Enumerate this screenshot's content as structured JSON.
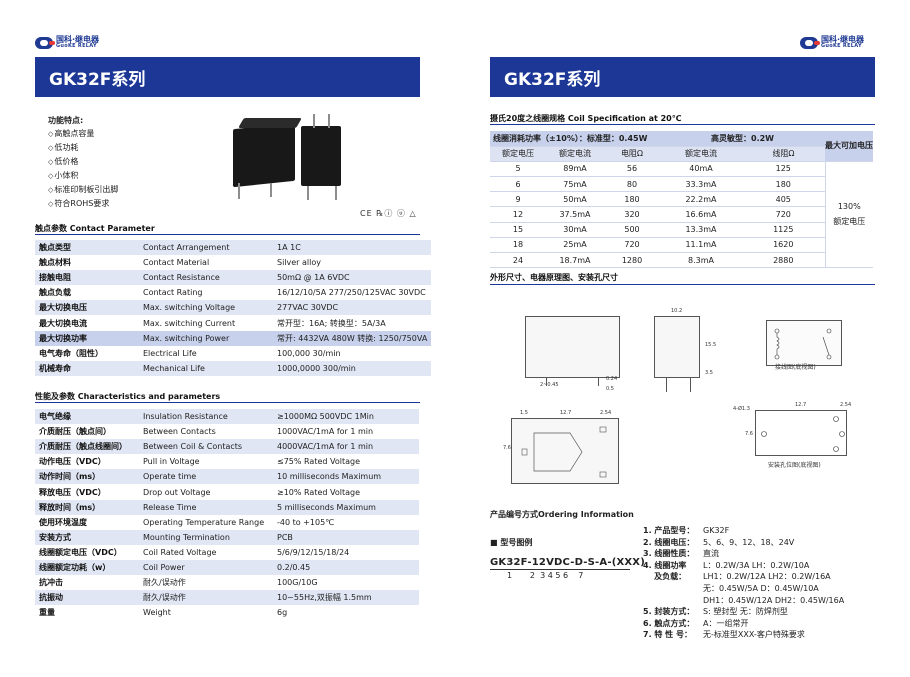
{
  "brand": {
    "cn": "国科·继电器",
    "en": "GuoKE RELAY"
  },
  "left": {
    "banner": "GK32F系列",
    "features_title": "功能特点:",
    "features": [
      "高触点容量",
      "低功耗",
      "低价格",
      "小体积",
      "标准印制板引出脚",
      "符合ROHS要求"
    ],
    "certs": "CE ℞ⓘ ⓤ △",
    "contact_title": "触点参数 Contact Parameter",
    "contact_rows": [
      {
        "k": "触点类型",
        "e": "Contact Arrangement",
        "v": "1A  1C"
      },
      {
        "k": "触点材料",
        "e": "Contact Material",
        "v": "Silver alloy"
      },
      {
        "k": "接触电阻",
        "e": "Contact Resistance",
        "v": "50mΩ @ 1A 6VDC"
      },
      {
        "k": "触点负载",
        "e": "Contact Rating",
        "v": "16/12/10/5A 277/250/125VAC 30VDC"
      },
      {
        "k": "最大切换电压",
        "e": "Max. switching Voltage",
        "v": "277VAC 30VDC"
      },
      {
        "k": "最大切换电流",
        "e": "Max. switching Current",
        "v": "常开型：16A; 转换型：5A/3A"
      },
      {
        "k": "最大切换功率",
        "e": "Max. switching Power",
        "v": "常开: 4432VA 480W 转换: 1250/750VA"
      },
      {
        "k": "电气寿命（阻性）",
        "e": "Electrical Life",
        "v": "100,000 30/min"
      },
      {
        "k": "机械寿命",
        "e": "Mechanical Life",
        "v": "1000,0000 300/min"
      }
    ],
    "char_title": "性能及参数 Characteristics and parameters",
    "char_rows": [
      {
        "k": "电气绝缘",
        "e": "Insulation Resistance",
        "v": "≥1000MΩ 500VDC 1Min"
      },
      {
        "k": "介质耐压（触点间）",
        "e": "Between Contacts",
        "v": "1000VAC/1mA for 1 min"
      },
      {
        "k": "介质耐压（触点线圈间）",
        "e": "Between Coil & Contacts",
        "v": "4000VAC/1mA for 1 min"
      },
      {
        "k": "动作电压（VDC）",
        "e": "Pull in Voltage",
        "v": "≤75% Rated Voltage"
      },
      {
        "k": "动作时间（ms）",
        "e": "Operate time",
        "v": "10 milliseconds Maximum"
      },
      {
        "k": "释放电压（VDC）",
        "e": "Drop out Voltage",
        "v": "≥10% Rated Voltage"
      },
      {
        "k": "释放时间（ms）",
        "e": "Release Time",
        "v": "5 milliseconds Maximum"
      },
      {
        "k": "使用环境温度",
        "e": "Operating Temperature Range",
        "v": "-40 to +105℃"
      },
      {
        "k": "安装方式",
        "e": "Mounting Termination",
        "v": "PCB"
      },
      {
        "k": "线圈额定电压（VDC）",
        "e": "Coil Rated Voltage",
        "v": "5/6/9/12/15/18/24"
      },
      {
        "k": "线圈额定功耗（w）",
        "e": "Coil Power",
        "v": "0.2/0.45"
      },
      {
        "k": "抗冲击",
        "e": "耐久/误动作",
        "v": "100G/10G"
      },
      {
        "k": "抗振动",
        "e": "耐久/误动作",
        "v": "10~55Hz,双振幅 1.5mm"
      },
      {
        "k": "重量",
        "e": "Weight",
        "v": "6g"
      }
    ]
  },
  "right": {
    "banner": "GK32F系列",
    "coil_title": "摄氏20度之线圈规格 Coil Specification at 20℃",
    "coil_head1": {
      "a": "线圈消耗功率（±10%）：标准型：0.45W",
      "b": "高灵敏型：0.2W",
      "c": "最大可加电压"
    },
    "coil_head2": [
      "额定电压",
      "额定电流",
      "电阻Ω",
      "额定电流",
      "线阻Ω"
    ],
    "coil_rows": [
      [
        "5",
        "89mA",
        "56",
        "40mA",
        "125"
      ],
      [
        "6",
        "75mA",
        "80",
        "33.3mA",
        "180"
      ],
      [
        "9",
        "50mA",
        "180",
        "22.2mA",
        "405"
      ],
      [
        "12",
        "37.5mA",
        "320",
        "16.6mA",
        "720"
      ],
      [
        "15",
        "30mA",
        "500",
        "13.3mA",
        "1125"
      ],
      [
        "18",
        "25mA",
        "720",
        "11.1mA",
        "1620"
      ],
      [
        "24",
        "18.7mA",
        "1280",
        "8.3mA",
        "2880"
      ]
    ],
    "coil_max": {
      "a": "130%",
      "b": "额定电压"
    },
    "dim_title": "外形尺寸、电器原理图、安装孔尺寸",
    "dims": {
      "w1": "10.2",
      "h1": "15.5",
      "d1": "0.24",
      "d2": "0.5",
      "d3": "2~0.45",
      "d4": "3.5",
      "p1": "1.5",
      "p2": "12.7",
      "p3": "2.54",
      "p4": "7.6",
      "m1": "12.7",
      "m2": "2.54",
      "m3": "4-Ø1.3",
      "m4": "7.6"
    },
    "wiring_label": "接线图(底视图)",
    "mount_label": "安装孔位图(底视图)",
    "order_title": "产品编号方式Ordering Information",
    "model_label": "■  型号图例",
    "model_code": "GK32F-12VDC-D-S-A-(XXX)",
    "model_nums": "1       2  3 4 5 6    7",
    "order_items": [
      {
        "k": "1. 产品型号：",
        "v": "GK32F"
      },
      {
        "k": "2. 线圈电压：",
        "v": "5、6、9、12、18、24V"
      },
      {
        "k": "3. 线圈性质：",
        "v": "直流"
      },
      {
        "k": "4. 线圈功率",
        "v": "L：0.2W/3A  LH：0.2W/10A"
      },
      {
        "k": "    及负载：",
        "v": "LH1：0.2W/12A  LH2：0.2W/16A"
      },
      {
        "k": "",
        "v": "无：0.45W/5A  D：0.45W/10A"
      },
      {
        "k": "",
        "v": "DH1：0.45W/12A  DH2：0.45W/16A"
      },
      {
        "k": "5. 封装方式：",
        "v": "S: 塑封型   无：防焊剂型"
      },
      {
        "k": "6. 触点方式：",
        "v": "A：一组常开"
      },
      {
        "k": "7. 特 性 号：",
        "v": "无-标准型XXX-客户特殊要求"
      }
    ]
  }
}
